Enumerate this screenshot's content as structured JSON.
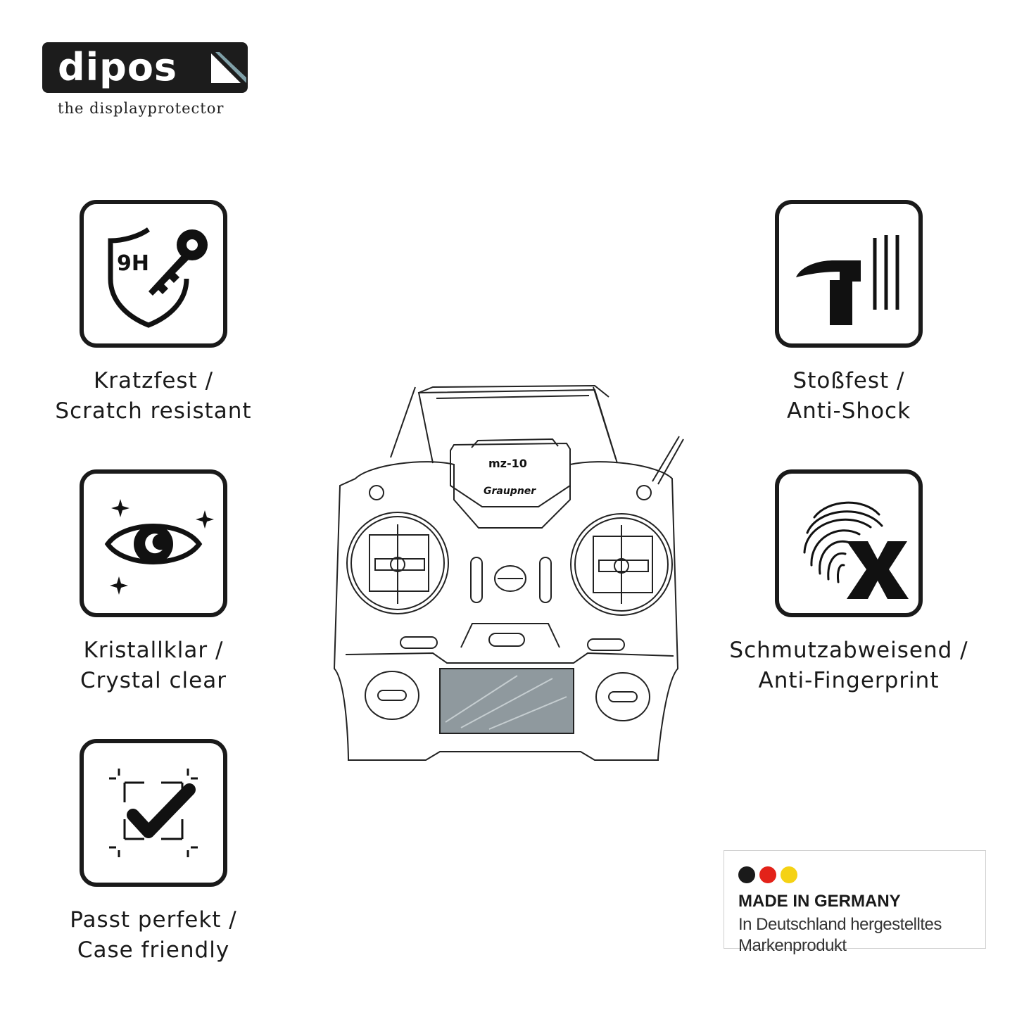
{
  "brand": {
    "name": "dipos",
    "tagline": "the displayprotector"
  },
  "features": {
    "scratch": {
      "line1": "Kratzfest /",
      "line2": "Scratch resistant",
      "icon": "shield-key-9h-icon",
      "icon_text": "9H"
    },
    "shock": {
      "line1": "Stoßfest /",
      "line2": "Anti-Shock",
      "icon": "hammer-icon"
    },
    "clear": {
      "line1": "Kristallklar /",
      "line2": "Crystal clear",
      "icon": "eye-icon"
    },
    "fingerprint": {
      "line1": "Schmutzabweisend /",
      "line2": "Anti-Fingerprint",
      "icon": "fingerprint-x-icon"
    },
    "fit": {
      "line1": "Passt perfekt /",
      "line2": "Case friendly",
      "icon": "checkmark-frame-icon"
    }
  },
  "product": {
    "model": "mz-10",
    "brand": "Graupner"
  },
  "badge": {
    "title": "MADE IN GERMANY",
    "line1": "In Deutschland hergestelltes",
    "line2": "Markenprodukt",
    "colors": [
      "#1a1a1a",
      "#e32219",
      "#f5d214"
    ]
  }
}
